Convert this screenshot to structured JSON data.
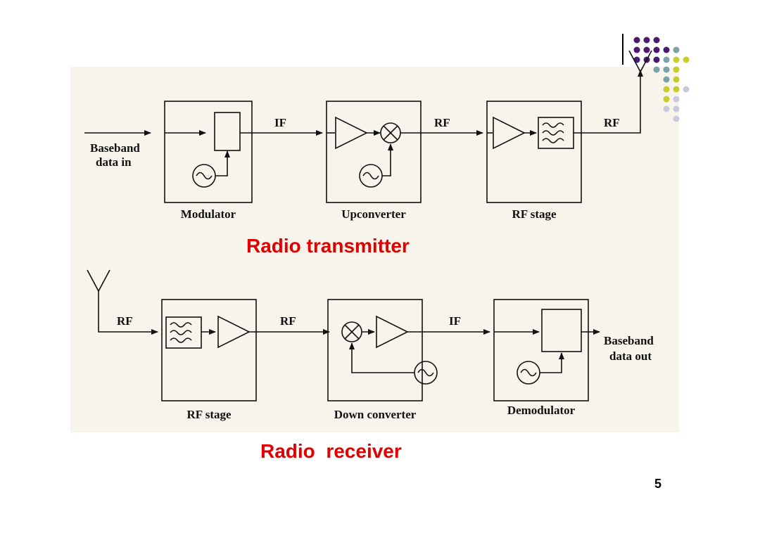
{
  "transmitter": {
    "title": "Radio transmitter",
    "input_label_line1": "Baseband",
    "input_label_line2": "data in",
    "blocks": [
      {
        "label": "Modulator"
      },
      {
        "label": "Upconverter"
      },
      {
        "label": "RF stage"
      }
    ],
    "signals": [
      "IF",
      "RF",
      "RF"
    ]
  },
  "receiver": {
    "title": "Radio  receiver",
    "output_label_line1": "Baseband",
    "output_label_line2": "data out",
    "blocks": [
      {
        "label": "RF stage"
      },
      {
        "label": "Down converter"
      },
      {
        "label": "Demodulator"
      }
    ],
    "signals": [
      "RF",
      "RF",
      "IF"
    ]
  },
  "page_number": "5",
  "colors": {
    "title": "#e10000",
    "dot_purple": "#4b1a6e",
    "dot_teal": "#7aa3a8",
    "dot_yellow": "#c9cc2c",
    "dot_lavender": "#c9c9df",
    "scan_tint": "#f5f2ea"
  }
}
